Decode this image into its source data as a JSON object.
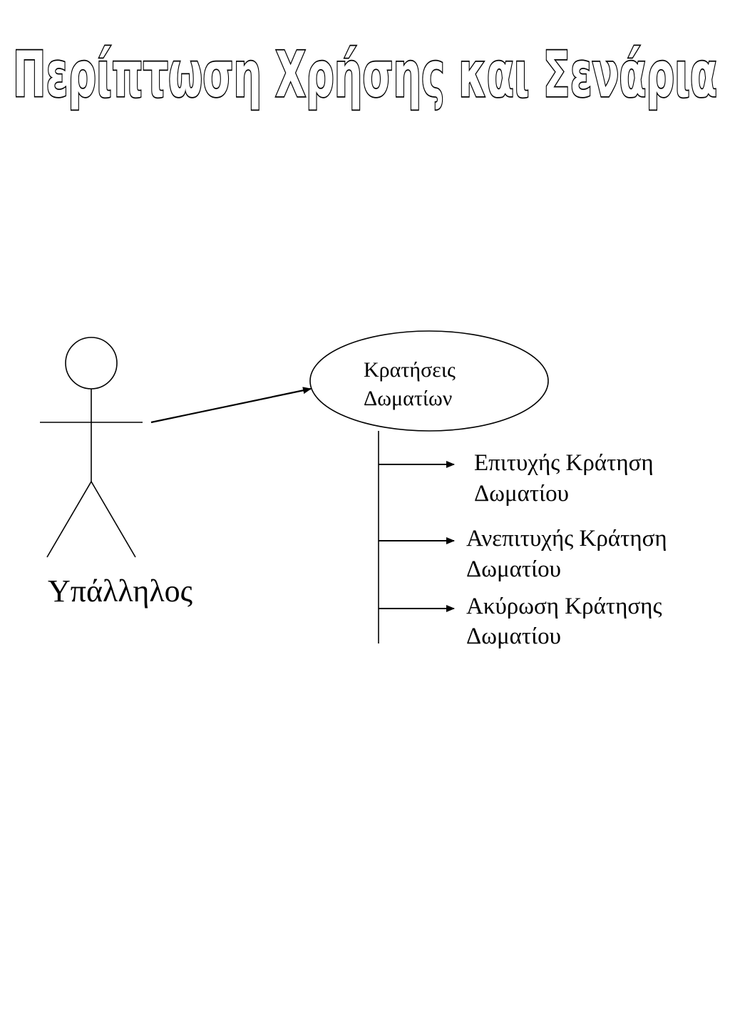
{
  "title": "Περίπτωση Χρήσης και Σενάρια",
  "actor": {
    "label": "Υπάλληλος"
  },
  "use_case": {
    "line1": "Κρατήσεις",
    "line2": "Δωματίων"
  },
  "scenarios": [
    {
      "line1": "Επιτυχής Κράτηση",
      "line2": "Δωματίου"
    },
    {
      "line1": "Ανεπιτυχής Κράτηση",
      "line2": "Δωματίου"
    },
    {
      "line1": "Ακύρωση Κράτησης",
      "line2": "Δωματίου"
    }
  ],
  "colors": {
    "stroke": "#000000",
    "title_fill": "#ffffff",
    "title_outline": "#000000",
    "background": "#ffffff"
  }
}
